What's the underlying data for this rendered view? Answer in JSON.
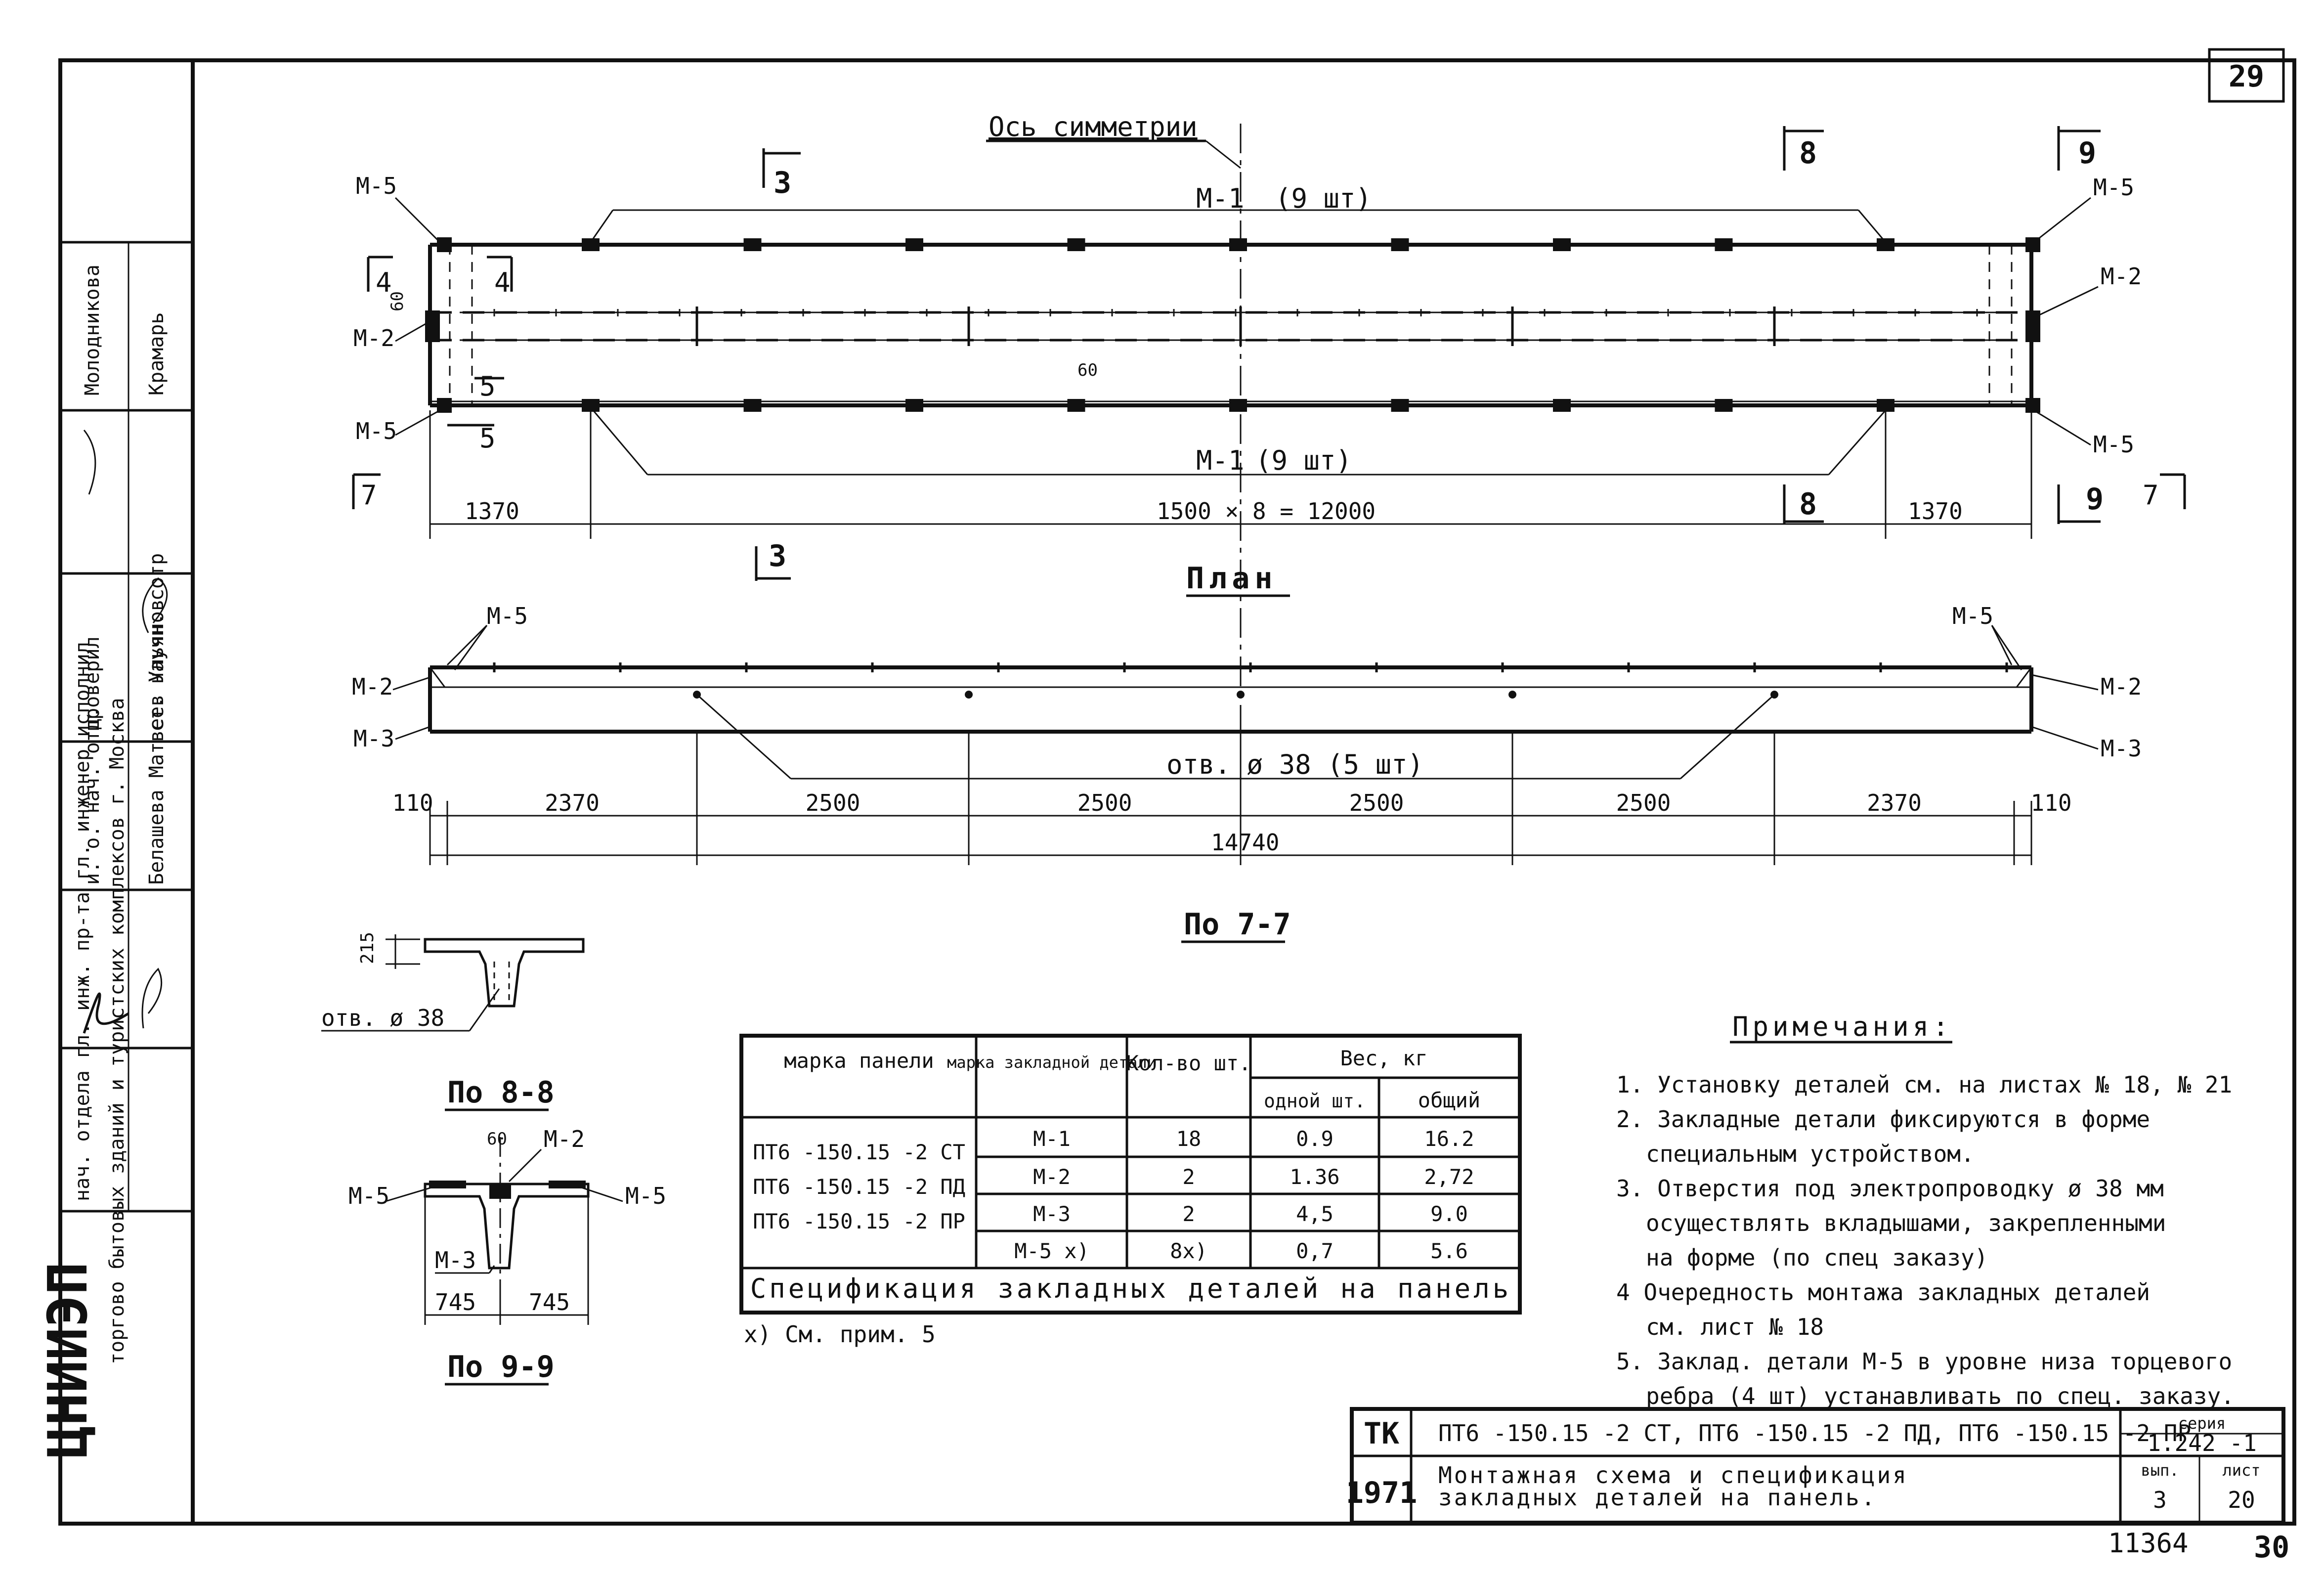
{
  "sheet": {
    "page_number": "29",
    "footer_left": "11364",
    "footer_right": "30"
  },
  "plan": {
    "axis_label": "Ось симметрии",
    "m1_top": "М-1",
    "m1_top_count": "(9 шт)",
    "m1_bottom": "М-1",
    "m1_bottom_count": "(9 шт)",
    "m5": "М-5",
    "m2": "М-2",
    "dim_60_left": "60",
    "dim_60_mid": "60",
    "section_4": "4",
    "section_5": "5",
    "section_3": "3",
    "section_7": "7",
    "section_8": "8",
    "section_9": "9",
    "dim_left": "1370",
    "dim_middle": "1500 × 8 = 12000",
    "dim_right": "1370",
    "title": "План"
  },
  "section77": {
    "m5": "М-5",
    "m2": "М-2",
    "m3": "М-3",
    "holes": "отв. ø 38  (5 шт)",
    "dims": [
      "110",
      "2370",
      "2500",
      "2500",
      "2500",
      "2500",
      "2370",
      "110"
    ],
    "overall": "14740",
    "title": "По 7-7"
  },
  "detail_hole": {
    "dim": "215",
    "label": "отв. ø 38"
  },
  "section88": {
    "title": "По 8-8",
    "dim": "60",
    "m2": "М-2",
    "m5_left": "М-5",
    "m5_right": "М-5",
    "m3": "М-3",
    "dim_left": "745",
    "dim_right": "745"
  },
  "section99": {
    "title": "По 9-9"
  },
  "spec_table": {
    "headers": {
      "panel_mark": "марка панели",
      "detail_mark": "марка закладной детали",
      "qty": "Кол-во шт.",
      "weight": "Вес, кг",
      "weight_one": "одной шт.",
      "weight_total": "общий"
    },
    "panels": [
      "ПТ6 -150.15 -2 СТ",
      "ПТ6 -150.15 -2 ПД",
      "ПТ6 -150.15 -2 ПР"
    ],
    "rows": [
      {
        "mark": "М-1",
        "qty": "18",
        "one": "0.9",
        "total": "16.2"
      },
      {
        "mark": "М-2",
        "qty": "2",
        "one": "1.36",
        "total": "2,72"
      },
      {
        "mark": "М-3",
        "qty": "2",
        "one": "4,5",
        "total": "9.0"
      },
      {
        "mark": "М-5 х)",
        "qty": "8х)",
        "one": "0,7",
        "total": "5.6"
      }
    ],
    "caption": "Спецификация закладных деталей на панель",
    "footnote": "х)  См. прим. 5"
  },
  "notes": {
    "title": "Примечания:",
    "items": [
      "1. Установку деталей см. на листах № 18, № 21",
      "2. Закладные детали фиксируются в форме",
      "специальным устройством.",
      "3. Отверстия под электропроводку ø 38 мм",
      "осуществлять вкладышами, закрепленными",
      "на форме  (по спец заказу)",
      "4  Очередность монтажа закладных деталей",
      "см. лист № 18",
      "5. Заклад. детали М-5 в уровне низа торцевого",
      "ребра (4 шт) устанавливать по спец. заказу."
    ]
  },
  "title_block": {
    "tk": "ТК",
    "year": "1971",
    "panels": "ПТ6 -150.15 -2 СТ,  ПТ6 -150.15 -2 ПД,  ПТ6 -150.15 -2 ПР",
    "title_line1": "Монтажная   схема  и  спецификация",
    "title_line2": "закладных   деталей  на  панель.",
    "series_label": "серия",
    "series_value": "1.242 -1",
    "issue_label": "вып.",
    "issue_value": "3",
    "sheet_label": "лист",
    "sheet_value": "20"
  },
  "side_stamp": {
    "org_big": "ЦНИИЭП",
    "org_text": "торгово бытовых зданий и туристских комплексов г. Москва",
    "dept": "нач. отдела гл. инж. пр-та гл. инженер исполнил",
    "names": "Белашева Матвеев Ульянов",
    "role_a": "и. о. нач. отд.",
    "check": "проверил",
    "senior": "ст. научн. сотр",
    "name_molod": "Молодникова",
    "name_kram": "Крамарь"
  }
}
